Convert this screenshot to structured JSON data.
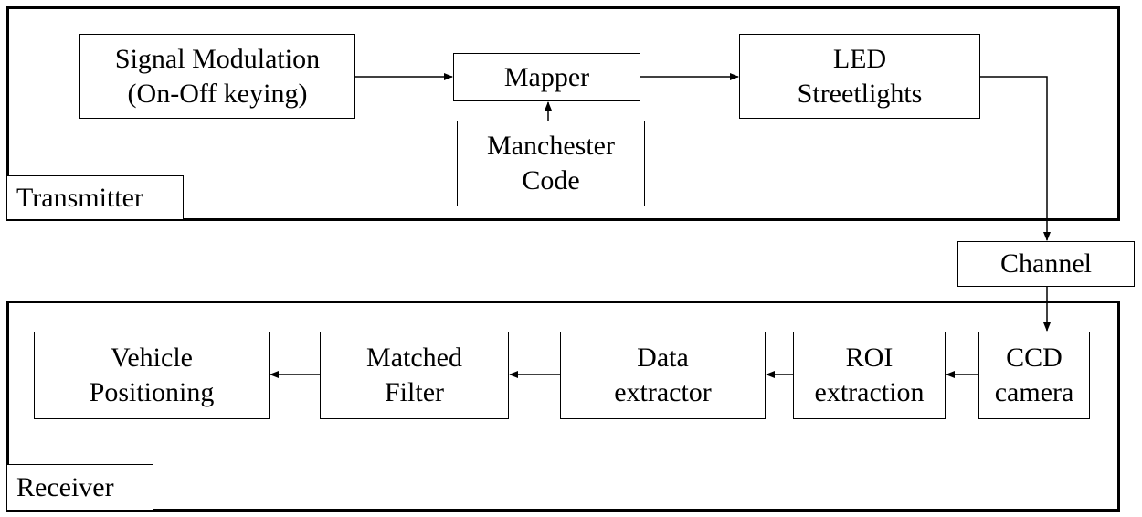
{
  "transmitter": {
    "label": "Transmitter",
    "signal_modulation": [
      "Signal Modulation",
      "(On-Off keying)"
    ],
    "mapper": "Mapper",
    "manchester_code": [
      "Manchester",
      "Code"
    ],
    "led_streetlights": [
      "LED",
      "Streetlights"
    ]
  },
  "channel": "Channel",
  "receiver": {
    "label": "Receiver",
    "ccd_camera": [
      "CCD",
      "camera"
    ],
    "roi_extraction": [
      "ROI",
      "extraction"
    ],
    "data_extractor": [
      "Data",
      "extractor"
    ],
    "matched_filter": [
      "Matched",
      "Filter"
    ],
    "vehicle_positioning": [
      "Vehicle",
      "Positioning"
    ]
  }
}
